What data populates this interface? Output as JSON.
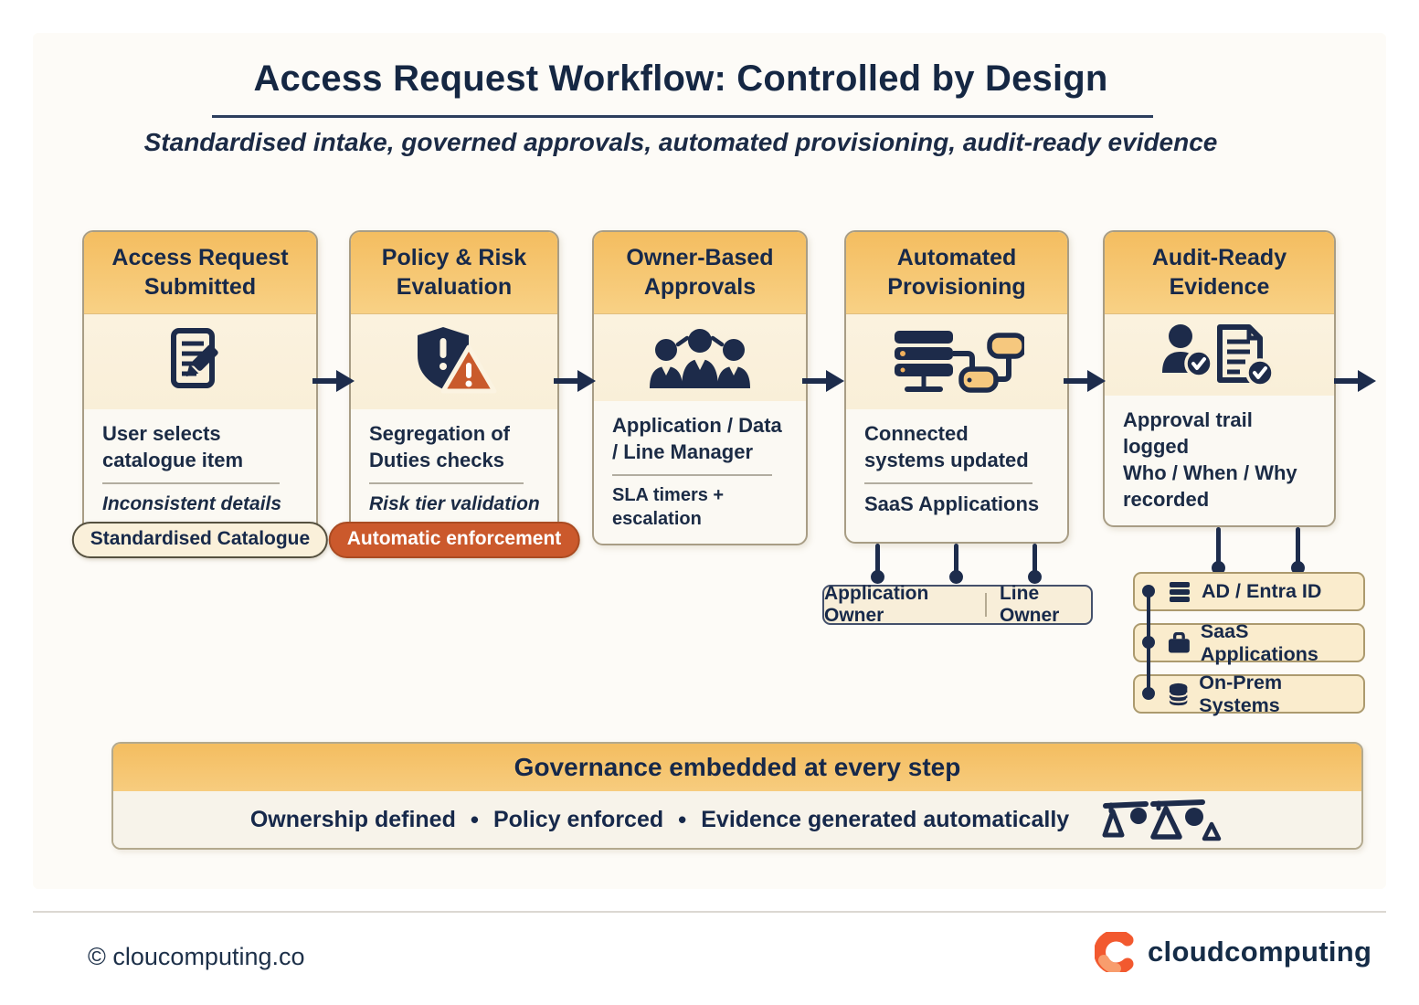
{
  "page": {
    "title_bold": "Access Request Workflow:",
    "title_regular": " Controlled by Design",
    "subtitle": "Standardised intake, governed approvals, automated provisioning, audit-ready evidence"
  },
  "colors": {
    "navy": "#1d2b4a",
    "header_orange": "#f5c169",
    "enforcement_red": "#cb592c",
    "card_cream": "#faf0da",
    "warning_orange": "#c95a2c"
  },
  "cards": [
    {
      "title": "Access Request Submitted",
      "icon": "document-pencil-icon",
      "main": "User selects catalogue item",
      "sub": "Inconsistent details",
      "badge": "Standardised Catalogue"
    },
    {
      "title": "Policy & Risk Evaluation",
      "icon": "shield-warning-icon",
      "main": "Segregation of Duties checks",
      "sub": "Risk tier validation",
      "badge": "Automatic enforcement"
    },
    {
      "title": "Owner-Based Approvals",
      "icon": "approvers-network-icon",
      "main": "Application / Data / Line Manager",
      "sub": "SLA timers + escalation"
    },
    {
      "title": "Automated Provisioning",
      "icon": "server-flow-icon",
      "main": "Connected systems updated",
      "sub": "SaaS Applications"
    },
    {
      "title": "Audit-Ready Evidence",
      "icon": "audit-check-icon",
      "main": "Approval trail logged",
      "sub": "Who / When / Why recorded"
    }
  ],
  "owner_box": {
    "left": "Application Owner",
    "right": "Line Owner"
  },
  "systems": [
    {
      "icon": "server-stack-icon",
      "label": "AD / Entra ID"
    },
    {
      "icon": "briefcase-icon",
      "label": "SaaS Applications"
    },
    {
      "icon": "database-icon",
      "label": "On-Prem Systems"
    }
  ],
  "banner": {
    "title": "Governance embedded at every step",
    "separator": "•",
    "items": [
      "Ownership defined",
      "Policy enforced",
      "Evidence generated automatically"
    ]
  },
  "footer": {
    "copyright": "© cloucomputing.co",
    "brand": "cloudcomputing"
  }
}
